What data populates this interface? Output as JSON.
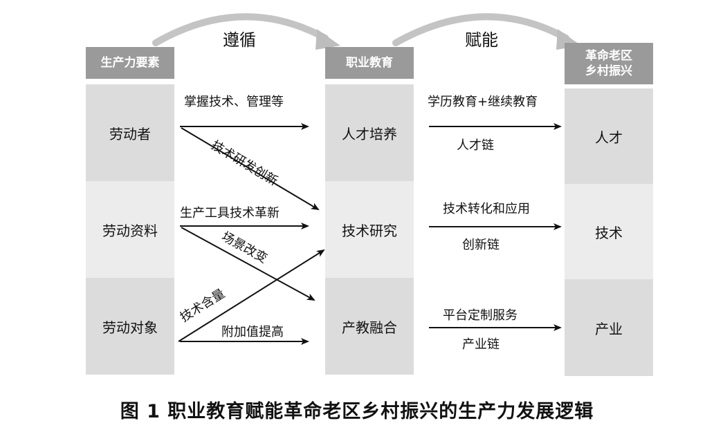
{
  "arcs": {
    "left": "遵循",
    "right": "赋能"
  },
  "headers": {
    "left": "生产力要素",
    "middle": "职业教育",
    "right_line1": "革命老区",
    "right_line2": "乡村振兴"
  },
  "left_cells": [
    "劳动者",
    "劳动资料",
    "劳动对象"
  ],
  "middle_cells": [
    "人才培养",
    "技术研究",
    "产教融合"
  ],
  "right_cells": [
    "人才",
    "技术",
    "产业"
  ],
  "left_arrow_labels": {
    "top": "掌握技术、管理等",
    "diag_down_1": "技术研发创新",
    "mid": "生产工具技术革新",
    "diag_down_2": "场景改变",
    "diag_up": "技术含量",
    "bottom": "附加值提高"
  },
  "right_arrow_labels": [
    {
      "above": "学历教育+继续教育",
      "below": "人才链"
    },
    {
      "above": "技术转化和应用",
      "below": "创新链"
    },
    {
      "above": "平台定制服务",
      "below": "产业链"
    }
  ],
  "caption": "图 1    职业教育赋能革命老区乡村振兴的生产力发展逻辑"
}
